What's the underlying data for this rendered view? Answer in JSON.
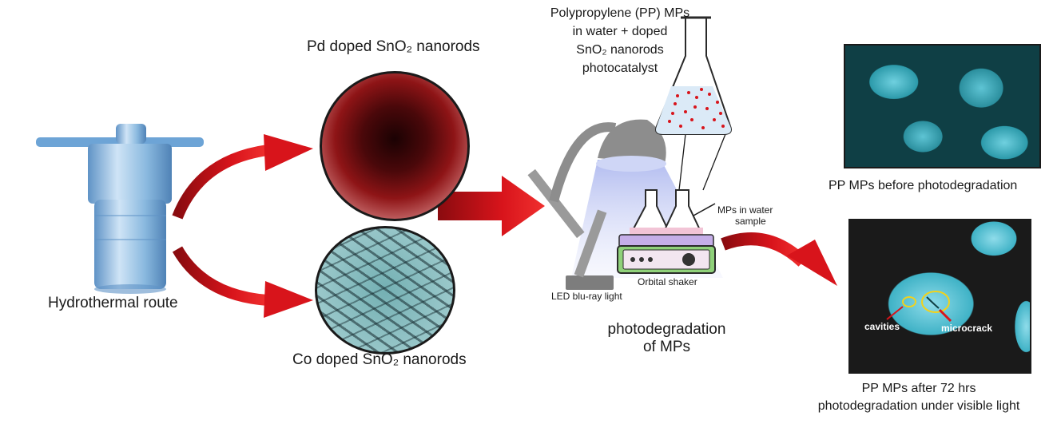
{
  "labels": {
    "hydrothermal": "Hydrothermal route",
    "pd_doped": "Pd doped SnO₂ nanorods",
    "co_doped": "Co doped SnO₂ nanorods",
    "flask_line1": "Polypropylene (PP)  MPs",
    "flask_line2": "in water + doped",
    "flask_line3": "SnO₂ nanorods",
    "flask_line4": "photocatalyst",
    "mps_water_1": "MPs in water",
    "mps_water_2": "sample",
    "orbital_shaker": "Orbital shaker",
    "led_light": "LED blu-ray light",
    "photodeg_1": "photodegradation",
    "photodeg_2": "of  MPs",
    "before": "PP MPs before  photodegradation",
    "after_1": "PP MPs after 72 hrs",
    "after_2": "photodegradation under visible light",
    "cavities": "cavities",
    "microcrack": "microcrack"
  },
  "colors": {
    "arrow_red": "#d8141b",
    "autoclave_blue": "#8ab9df",
    "pd_red": "#8e1416",
    "co_teal": "#4e9a9e",
    "mp_cyan": "#3fb2c6",
    "lamp_gray": "#8d8d8d",
    "light_blue": "#bfc8f0",
    "shaker_green": "#8fd17a"
  }
}
